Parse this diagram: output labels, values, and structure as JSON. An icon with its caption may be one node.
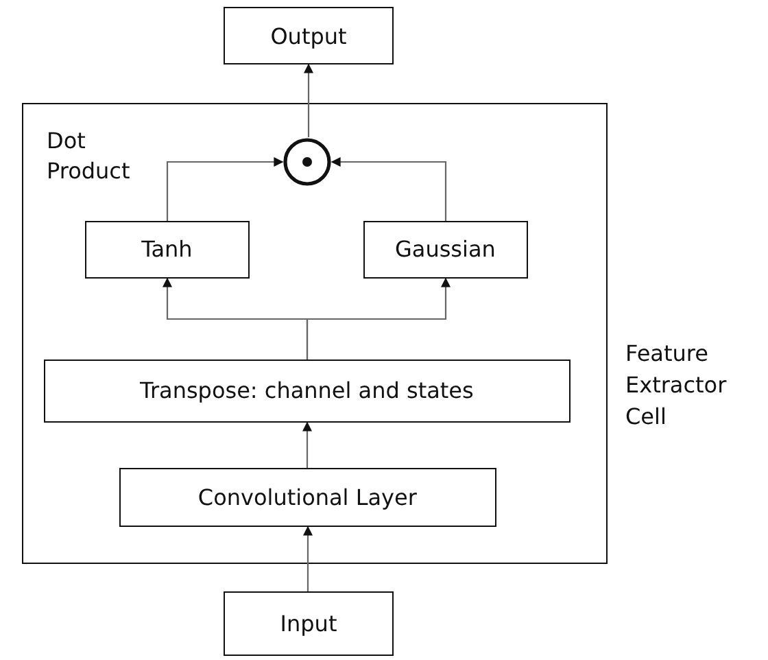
{
  "diagram": {
    "nodes": [
      {
        "text": [
          "Output"
        ]
      },
      {
        "text": [
          "Feature Extractor Cell"
        ]
      },
      {
        "text": [],
        "shape": "circle",
        "in": 1
      },
      {
        "text": [
          "Tanh"
        ],
        "in": 1
      },
      {
        "text": [
          "Gaussian"
        ],
        "in": 1
      },
      {
        "text": [
          "Transpose: channel and states"
        ],
        "in": 1
      },
      {
        "text": [
          "Convolutional Layer"
        ],
        "in": 1
      },
      {
        "text": [
          "Input"
        ]
      }
    ],
    "edges": [
      {
        "from": 7,
        "to": 6,
        "arrow": "to"
      },
      {
        "from": 6,
        "to": 5,
        "arrow": "to"
      },
      {
        "from": 5,
        "to": 3,
        "arrow": "to"
      },
      {
        "from": 5,
        "to": 4,
        "arrow": "to"
      },
      {
        "from": 3,
        "to": 2,
        "arrow": "to"
      },
      {
        "from": 4,
        "to": 2,
        "arrow": "to"
      },
      {
        "from": 2,
        "to": 0,
        "arrow": "to"
      }
    ],
    "labels": [
      "Dot Product"
    ]
  }
}
